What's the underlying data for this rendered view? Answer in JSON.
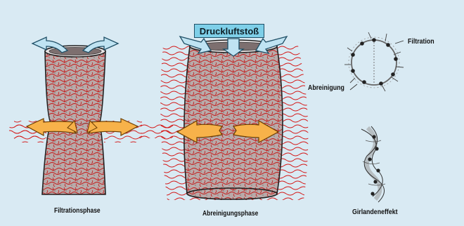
{
  "figure": {
    "left_phase_label": "Filtrationsphase",
    "middle_phase_label": "Abreinigungsphase",
    "burst_label": "Druckluftstoß",
    "filtration_label": "Filtration",
    "cleaning_label": "Abreinigung",
    "garland_label": "Girlandeneffekt",
    "colors": {
      "background": "#d9eaf3",
      "fiber": "#cc1111",
      "bag_fill": "#b8a8a8",
      "inflow_arrow": "#f7b24a",
      "air_arrow": "#bfe3f2",
      "label_box": "#7ecfe8"
    }
  }
}
